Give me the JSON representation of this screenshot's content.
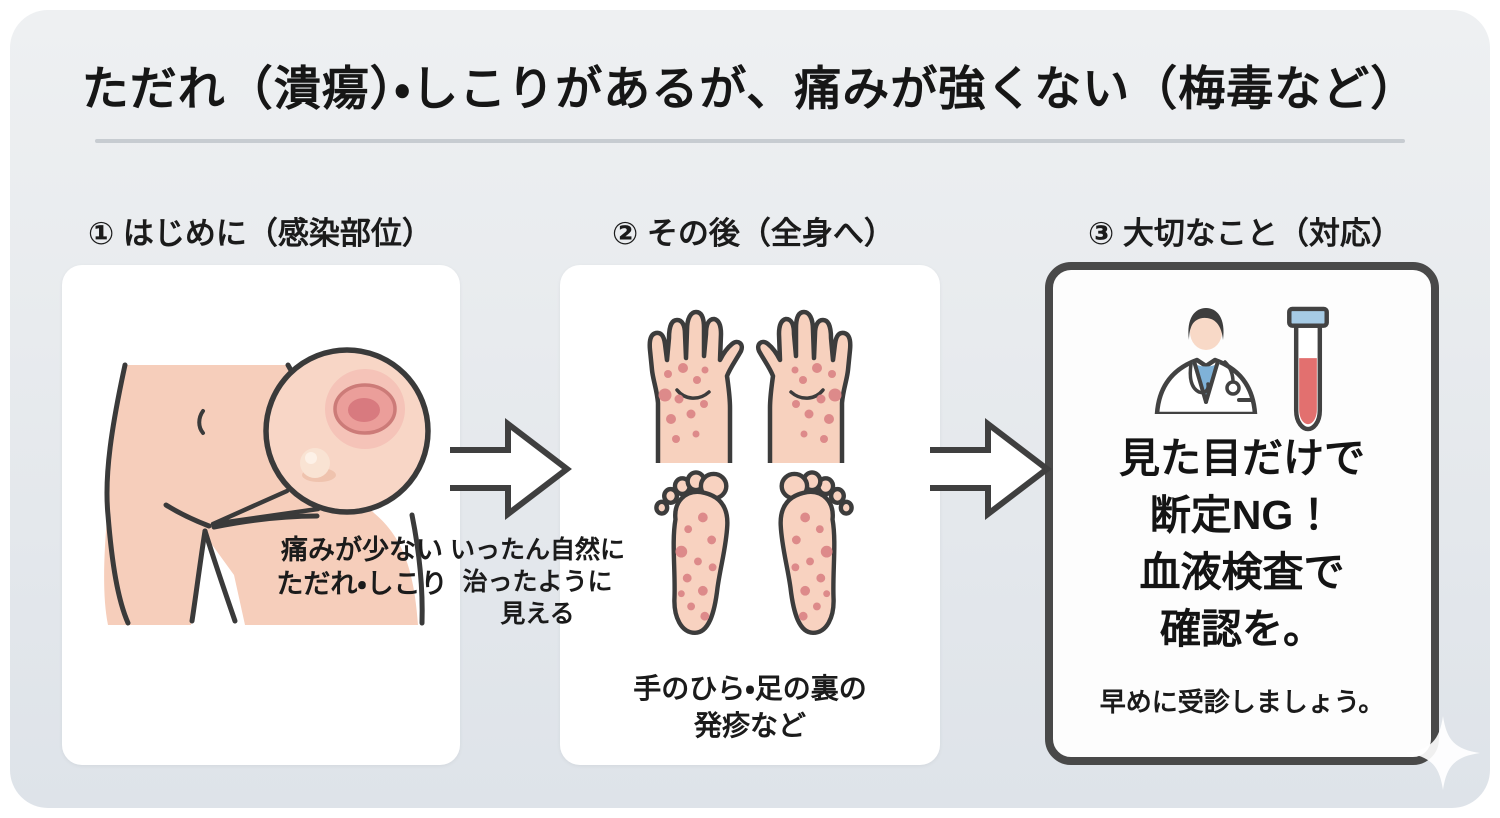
{
  "title": "ただれ（潰瘍）・しこりがあるが、痛みが強くない（梅毒など）",
  "steps": [
    {
      "header": "① はじめに（感染部位）",
      "caption_lines": [
        "痛みが少ない",
        "ただれ・しこり"
      ]
    },
    {
      "header": "② その後（全身へ）",
      "caption_lines": [
        "手のひら・足の裏の",
        "発疹など"
      ]
    },
    {
      "header": "③ 大切なこと（対応）",
      "main_lines": [
        "見た目だけで",
        "断定NG！",
        "血液検査で",
        "確認を。"
      ],
      "note": "早めに受診しましょう。"
    }
  ],
  "transition": {
    "lines": [
      "いったん自然に",
      "治ったように",
      "見える"
    ]
  },
  "icons": {
    "panel1": [
      "groin-body-illustration",
      "magnifier-ulcer-detail"
    ],
    "panel2": [
      "left-palm-rash",
      "right-palm-rash",
      "left-sole-rash",
      "right-sole-rash"
    ],
    "panel3": [
      "doctor-icon",
      "blood-test-tube-icon"
    ],
    "between_panels": [
      "right-arrow",
      "right-arrow"
    ],
    "decoration": "sparkle-icon"
  },
  "colors": {
    "background_top": "#eef0f2",
    "background_bottom": "#dee3e9",
    "panel": "#ffffff",
    "panel3_border": "#494949",
    "text": "#1b1b1b",
    "divider": "#c7ccd1",
    "skin": "#f7d0bd",
    "rash_dot": "#dd8a8a",
    "ulcer_ring": "#cc7b78",
    "ulcer_center": "#d87a7f",
    "blood": "#e2706f",
    "tube_cap": "#a6cbe5",
    "shirt_blue": "#7fb2d8",
    "outline": "#3c3c3c"
  }
}
